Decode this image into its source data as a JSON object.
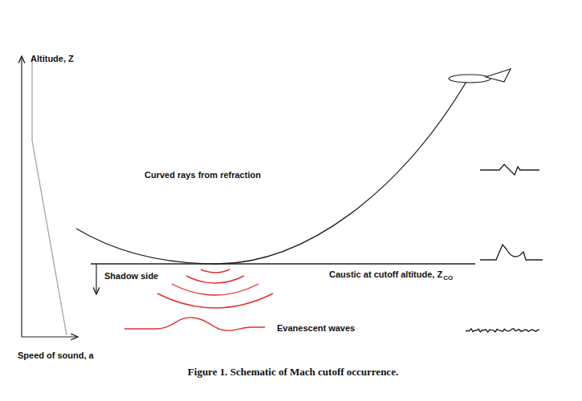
{
  "diagram": {
    "caption": "Figure 1. Schematic of Mach cutoff occurrence.",
    "labels": [
      "Altitude, Z",
      "Speed of sound, a",
      "Curved rays from refraction",
      "Shadow side",
      "Caustic at cutoff altitude, Z",
      "CO",
      "Evanescent waves"
    ]
  }
}
